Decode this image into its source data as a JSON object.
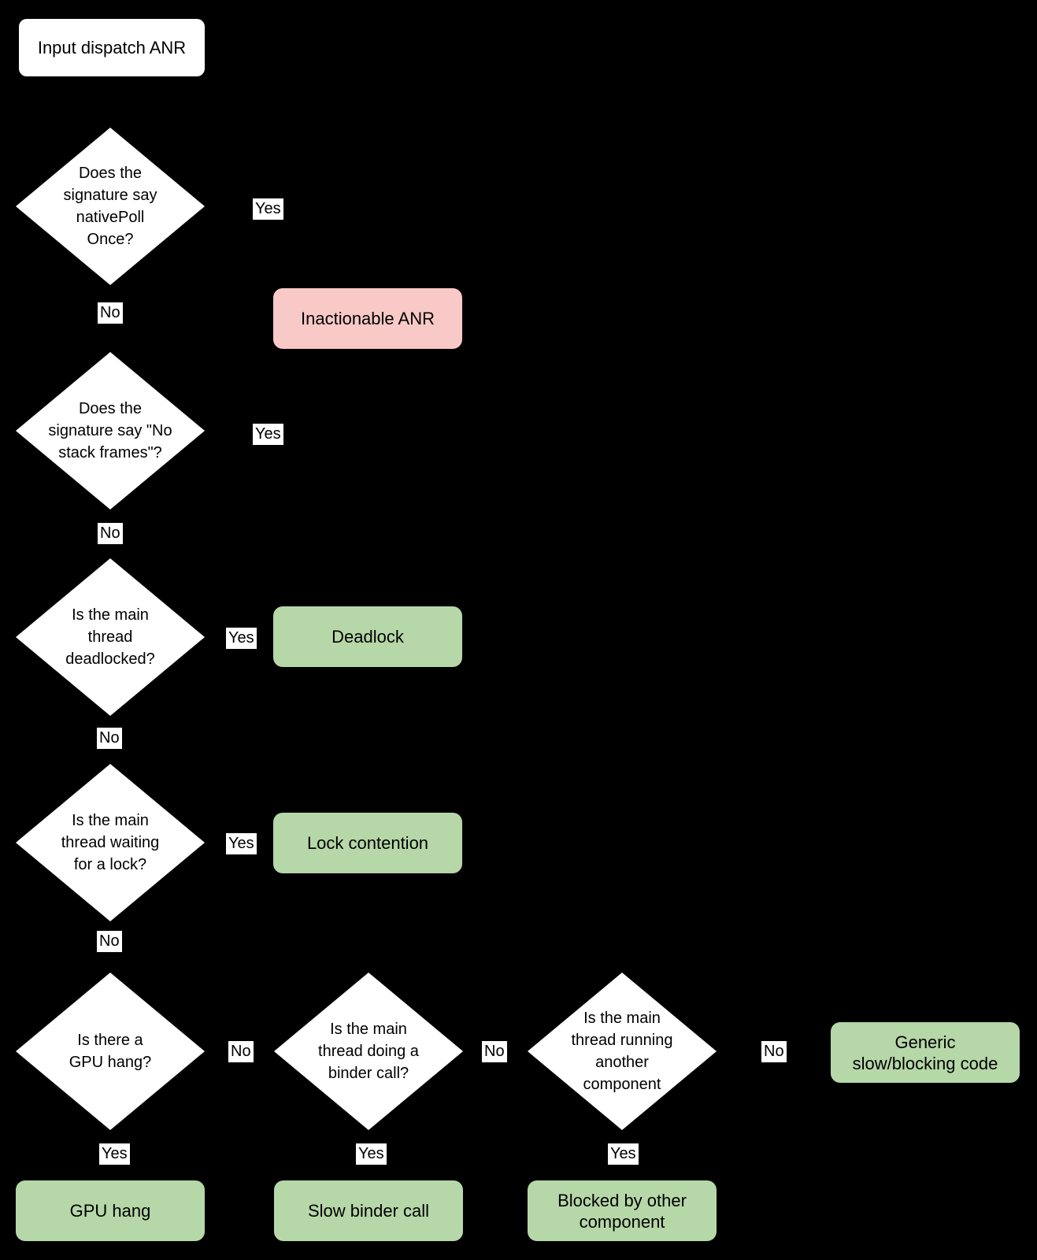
{
  "background": "#000000",
  "colors": {
    "background": "#000000",
    "diamond_fill": "#ffffff",
    "box_fill": "#ffffff",
    "result_green": "#b6d7a8",
    "result_pink": "#f8c9c7",
    "text": "#000000",
    "connector": "#000000"
  },
  "labels": {
    "yes": "Yes",
    "no": "No"
  },
  "nodes": {
    "start": {
      "label": "Input dispatch ANR"
    },
    "d1": {
      "lines": [
        "Does the",
        "signature say",
        "nativePoll",
        "Once?"
      ]
    },
    "d2": {
      "lines": [
        "Does the",
        "signature say \"No",
        "stack frames\"?"
      ]
    },
    "d3": {
      "lines": [
        "Is the main",
        "thread",
        "deadlocked?"
      ]
    },
    "d4": {
      "lines": [
        "Is the main",
        "thread waiting",
        "for a lock?"
      ]
    },
    "d5": {
      "lines": [
        "Is there a",
        "GPU hang?"
      ]
    },
    "d6": {
      "lines": [
        "Is the main",
        "thread doing a",
        "binder call?"
      ]
    },
    "d7": {
      "lines": [
        "Is the main",
        "thread running",
        "another",
        "component"
      ]
    },
    "inactionable": {
      "label": "Inactionable ANR",
      "type": "negative-result"
    },
    "deadlock": {
      "label": "Deadlock",
      "type": "positive-result"
    },
    "lock_contention": {
      "label": "Lock contention",
      "type": "positive-result"
    },
    "generic": {
      "lines": [
        "Generic",
        "slow/blocking code"
      ],
      "type": "positive-result"
    },
    "gpu_hang": {
      "label": "GPU hang",
      "type": "positive-result"
    },
    "slow_binder": {
      "label": "Slow binder call",
      "type": "positive-result"
    },
    "blocked_other": {
      "lines": [
        "Blocked by other",
        "component"
      ],
      "type": "positive-result"
    }
  }
}
